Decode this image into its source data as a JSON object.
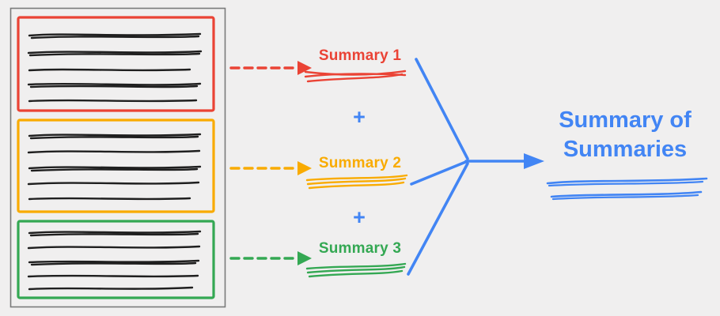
{
  "colors": {
    "background": "#F0EFEF",
    "chunk1": "#EA4335",
    "chunk2": "#F9AB00",
    "chunk3": "#34A853",
    "merge": "#4285F4",
    "ink": "#1F1F1F",
    "document_border": "#7A7A7A"
  },
  "labels": {
    "summary1": "Summary 1",
    "summary2": "Summary 2",
    "summary3": "Summary 3",
    "plus_top": "+",
    "plus_bottom": "+",
    "final_summary": "Summary of Summaries"
  }
}
